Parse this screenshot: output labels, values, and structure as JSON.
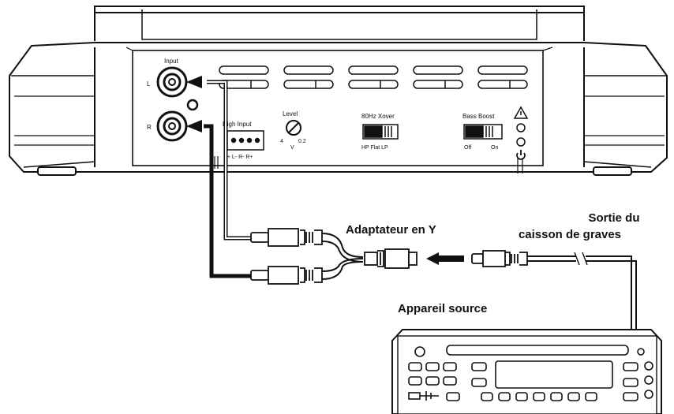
{
  "amp": {
    "input_label": "Input",
    "channel_left": "L",
    "channel_right": "R",
    "high_input_label": "High Input",
    "high_input_pins": "L+ L- R- R+",
    "level_label": "Level",
    "level_min": "4",
    "level_unit": "V",
    "level_max": "0.2",
    "xover_label": "80Hz Xover",
    "xover_options": "HP  Flat  LP",
    "bass_boost_label": "Bass Boost",
    "bass_boost_off": "Off",
    "bass_boost_on": "On"
  },
  "labels": {
    "y_adapter": "Adaptateur en Y",
    "sub_out_line1": "Sortie du",
    "sub_out_line2": "caisson de graves",
    "source": "Appareil source"
  }
}
